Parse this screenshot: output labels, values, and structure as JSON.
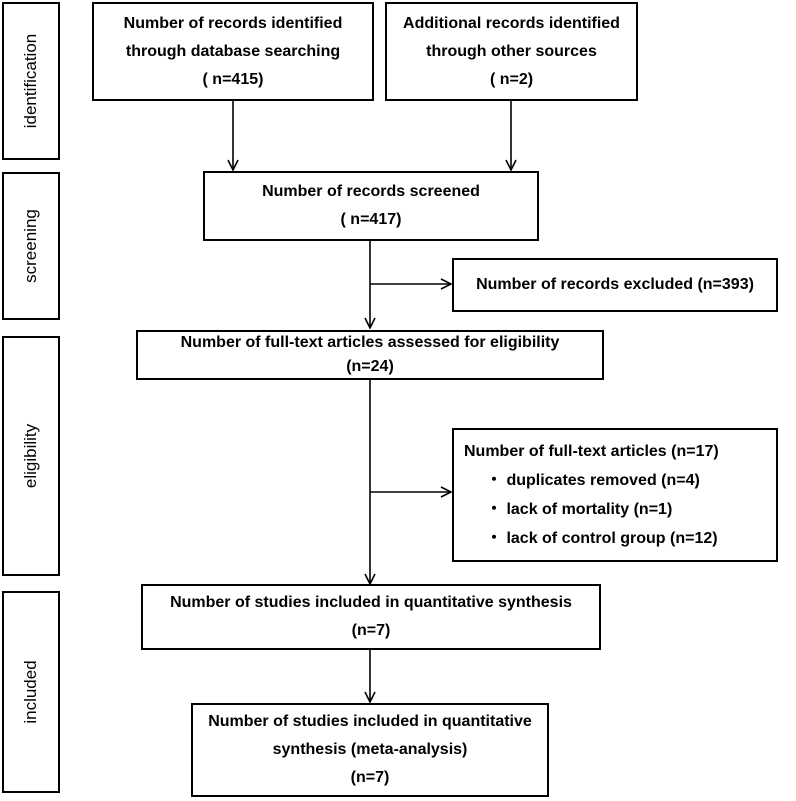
{
  "stages": {
    "identification": "identification",
    "screening": "screening",
    "eligibility": "eligibility",
    "included": "included"
  },
  "boxes": {
    "database_records": {
      "line1": "Number of records identified",
      "line2": "through database searching",
      "line3": "( n=415)"
    },
    "other_records": {
      "line1": "Additional records identified",
      "line2": "through other sources",
      "line3": "( n=2)"
    },
    "screened": {
      "line1": "Number of records screened",
      "line2": "( n=417)"
    },
    "excluded": {
      "line1": "Number of records excluded (n=393)"
    },
    "fulltext_assessed": {
      "line1": "Number of full-text articles assessed for eligibility",
      "line2": "(n=24)"
    },
    "fulltext_excluded": {
      "title": "Number of full-text articles (n=17)",
      "items": [
        "・ duplicates removed (n=4)",
        "・ lack of mortality (n=1)",
        "・ lack of control group (n=12)"
      ]
    },
    "quantitative": {
      "line1": "Number of studies included in quantitative synthesis",
      "line2": "(n=7)"
    },
    "meta_analysis": {
      "line1": "Number of studies included in quantitative",
      "line2": "synthesis (meta-analysis)",
      "line3": "(n=7)"
    }
  }
}
